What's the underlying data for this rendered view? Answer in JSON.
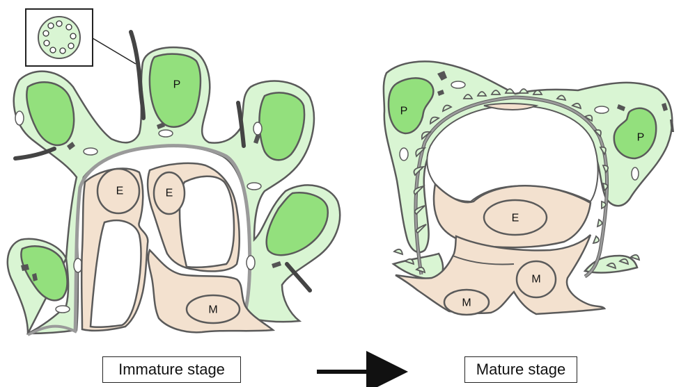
{
  "labels": {
    "podocyte": "P",
    "endothelial": "E",
    "mesangial": "M"
  },
  "captions": {
    "left": "Immature stage",
    "right": "Mature stage"
  },
  "colors": {
    "podocyte_fill": "#d9f5d3",
    "nucleus_fill": "#93e07d",
    "endo_fill": "#f3e1cf",
    "outline": "#5a5a5a",
    "line": "#222222"
  }
}
